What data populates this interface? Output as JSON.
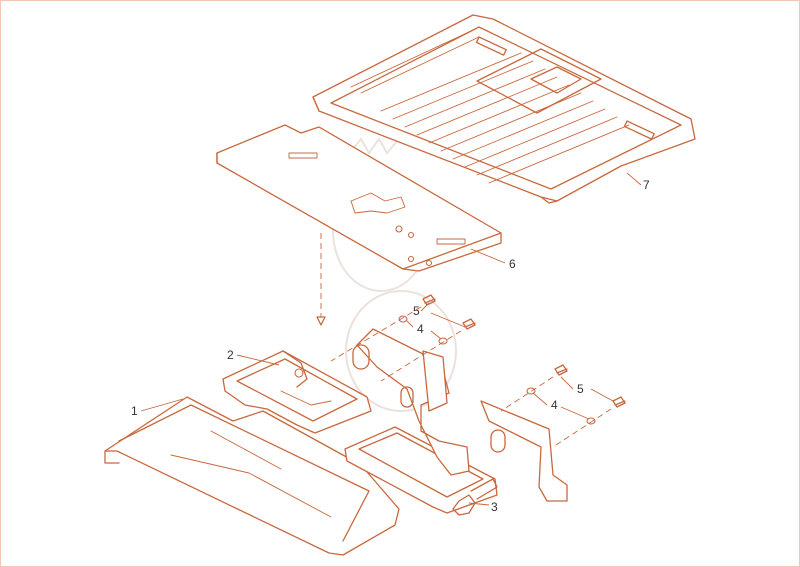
{
  "diagram": {
    "callouts": [
      {
        "id": "c1",
        "label": "1"
      },
      {
        "id": "c2",
        "label": "2"
      },
      {
        "id": "c3",
        "label": "3"
      },
      {
        "id": "c4a",
        "label": "4"
      },
      {
        "id": "c4b",
        "label": "4"
      },
      {
        "id": "c5a",
        "label": "5"
      },
      {
        "id": "c5b",
        "label": "5"
      },
      {
        "id": "c6",
        "label": "6"
      },
      {
        "id": "c7",
        "label": "7"
      }
    ],
    "colors": {
      "line": "#c8683d",
      "text": "#333333",
      "watermark": "#ece2dd",
      "frame": "#f0c8b4"
    }
  }
}
